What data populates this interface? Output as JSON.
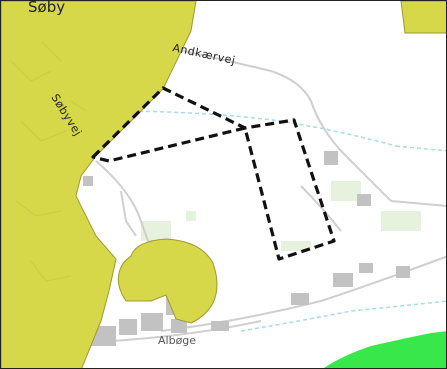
{
  "map": {
    "labels": {
      "town_top": "Søby",
      "road_andkaervej": "Andkærvej",
      "road_sobyvej": "Søbyvej",
      "town_bottom": "Albøge"
    },
    "colors": {
      "background": "#ffffff",
      "protected_zone_fill": "#d6d84a",
      "protected_zone_fill_alpha": "#dcdc55",
      "green_area": "#38e84a",
      "small_green_patches": "#e3f0db",
      "road": "#c7c7c7",
      "watercourse": "#9ed7e8",
      "building": "#bdbdbd",
      "boundary": "#111111"
    },
    "boundary": {
      "style": "dashed"
    }
  }
}
